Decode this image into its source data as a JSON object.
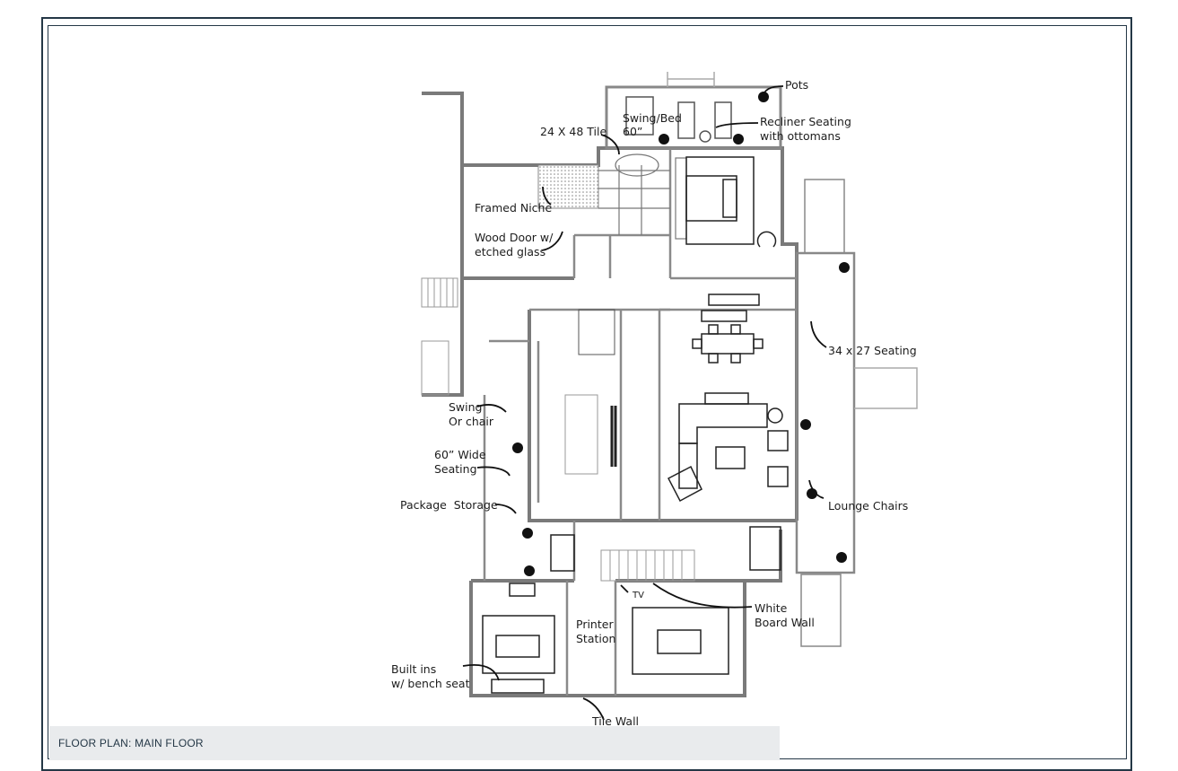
{
  "title": "FLOOR PLAN: MAIN FLOOR",
  "annotations": {
    "pots": "Pots",
    "swing_bed_1": "Swing/Bed",
    "swing_bed_2": "60”",
    "tile": "24 X 48 Tile",
    "recliner_1": "Recliner Seating",
    "recliner_2": "with ottomans",
    "framed_niche": "Framed Niche",
    "wood_door_1": "Wood Door w/",
    "wood_door_2": "etched glass",
    "seating_34x27": "34 x 27 Seating",
    "swing_chair_1": "Swing",
    "swing_chair_2": "Or chair",
    "wide_seating_1": "60” Wide",
    "wide_seating_2": "Seating",
    "package_storage": "Package  Storage",
    "lounge_chairs": "Lounge Chairs",
    "tv": "TV",
    "white_board_1": "White",
    "white_board_2": "Board Wall",
    "printer_1": "Printer",
    "printer_2": "Station",
    "built_ins_1": "Built ins",
    "built_ins_2": "w/ bench seat",
    "tile_wall": "Tile Wall"
  },
  "colors": {
    "frame": "#243746",
    "title_bar": "#e9ebed",
    "wall": "#7a7a7a",
    "line": "#222222"
  }
}
